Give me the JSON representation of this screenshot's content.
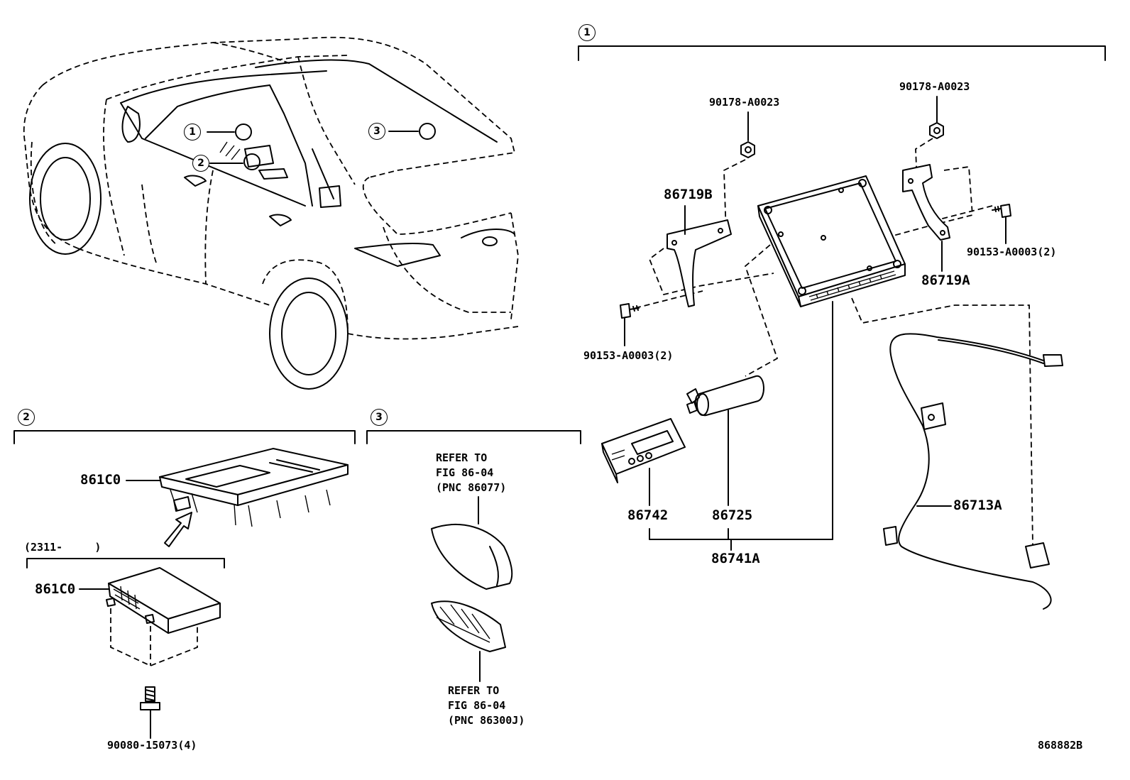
{
  "sections": {
    "s1": "1",
    "s2": "2",
    "s3": "3"
  },
  "vehicle": {
    "callout_1": "1",
    "callout_2": "2",
    "callout_3": "3"
  },
  "section1": {
    "part_90178_left": "90178-A0023",
    "part_90178_right": "90178-A0023",
    "part_86719B": "86719B",
    "part_86719A": "86719A",
    "part_90153_left": "90153-A0003(2)",
    "part_90153_right": "90153-A0003(2)",
    "part_86742": "86742",
    "part_86725": "86725",
    "part_86741A": "86741A",
    "part_86713A": "86713A"
  },
  "section2": {
    "part_861C0_upper": "861C0",
    "date_range": "(2311-     )",
    "part_861C0_lower": "861C0",
    "part_90080": "90080-15073(4)"
  },
  "section3": {
    "refer_upper": [
      "REFER TO",
      "FIG 86-04",
      "(PNC 86077)"
    ],
    "refer_lower": [
      "REFER TO",
      "FIG 86-04",
      "(PNC 86300J)"
    ]
  },
  "figure_id": "868882B",
  "icons": [
    "vehicle-illustration",
    "ecu-module",
    "bracket",
    "bolt",
    "nut",
    "antenna",
    "cable-harness",
    "arrow-indicator"
  ]
}
